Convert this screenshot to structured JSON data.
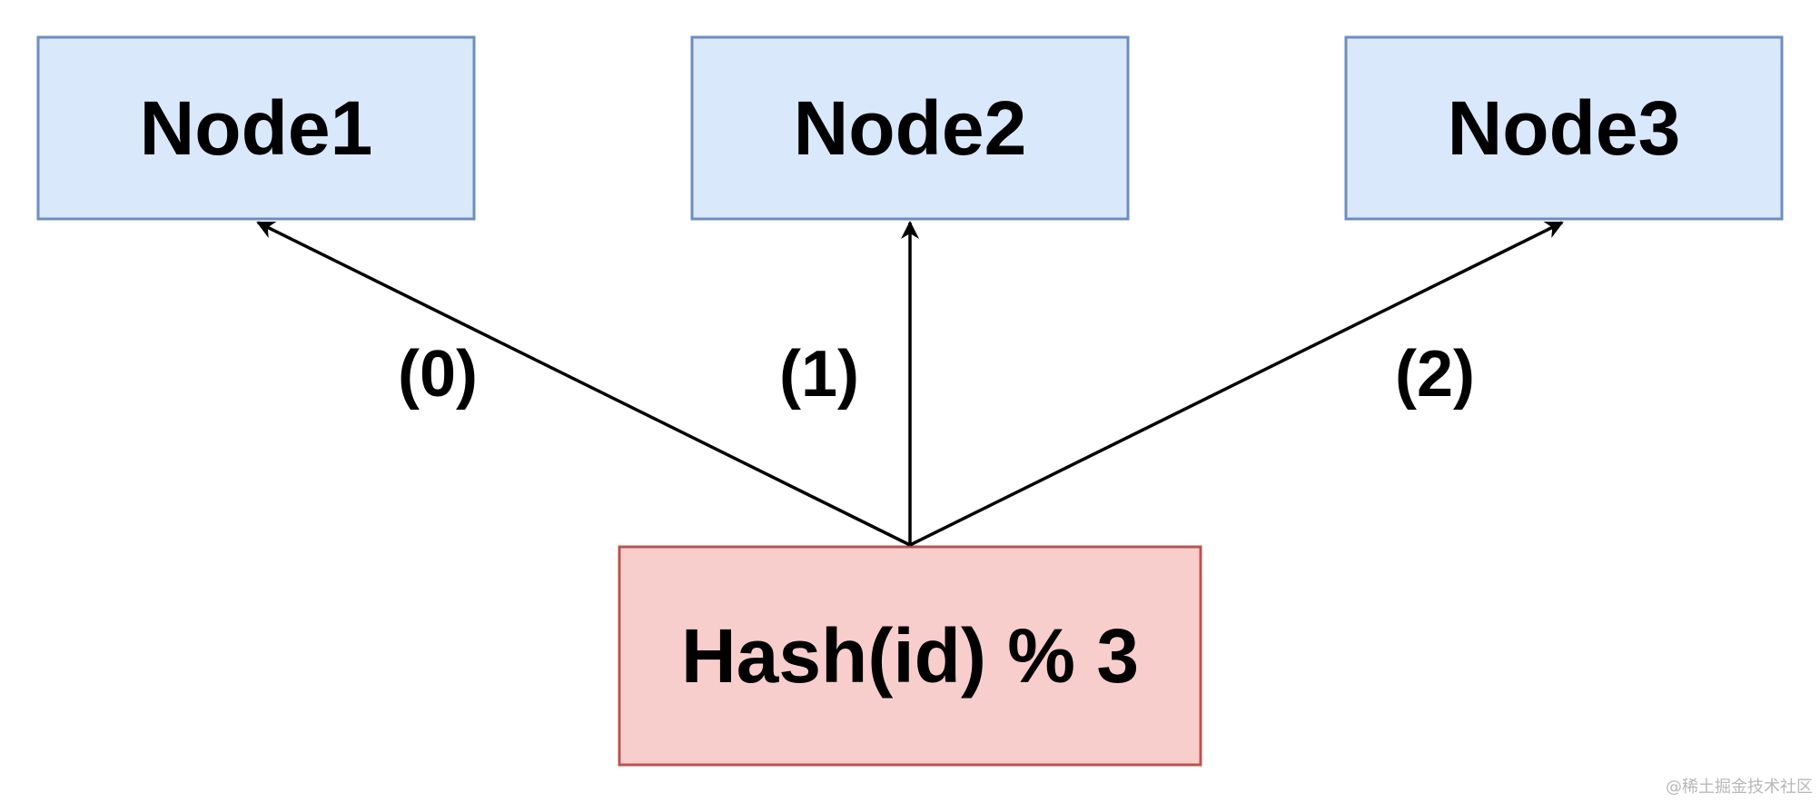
{
  "nodes": [
    {
      "label": "Node1"
    },
    {
      "label": "Node2"
    },
    {
      "label": "Node3"
    }
  ],
  "hash_box": {
    "label": "Hash(id) % 3"
  },
  "edges": [
    {
      "label": "(0)"
    },
    {
      "label": "(1)"
    },
    {
      "label": "(2)"
    }
  ],
  "watermark": "@稀土掘金技术社区",
  "colors": {
    "node_fill": "#dae8fc",
    "node_stroke": "#6c8ebf",
    "hash_fill": "#f8cecc",
    "hash_stroke": "#b85450",
    "edge": "#000000"
  }
}
